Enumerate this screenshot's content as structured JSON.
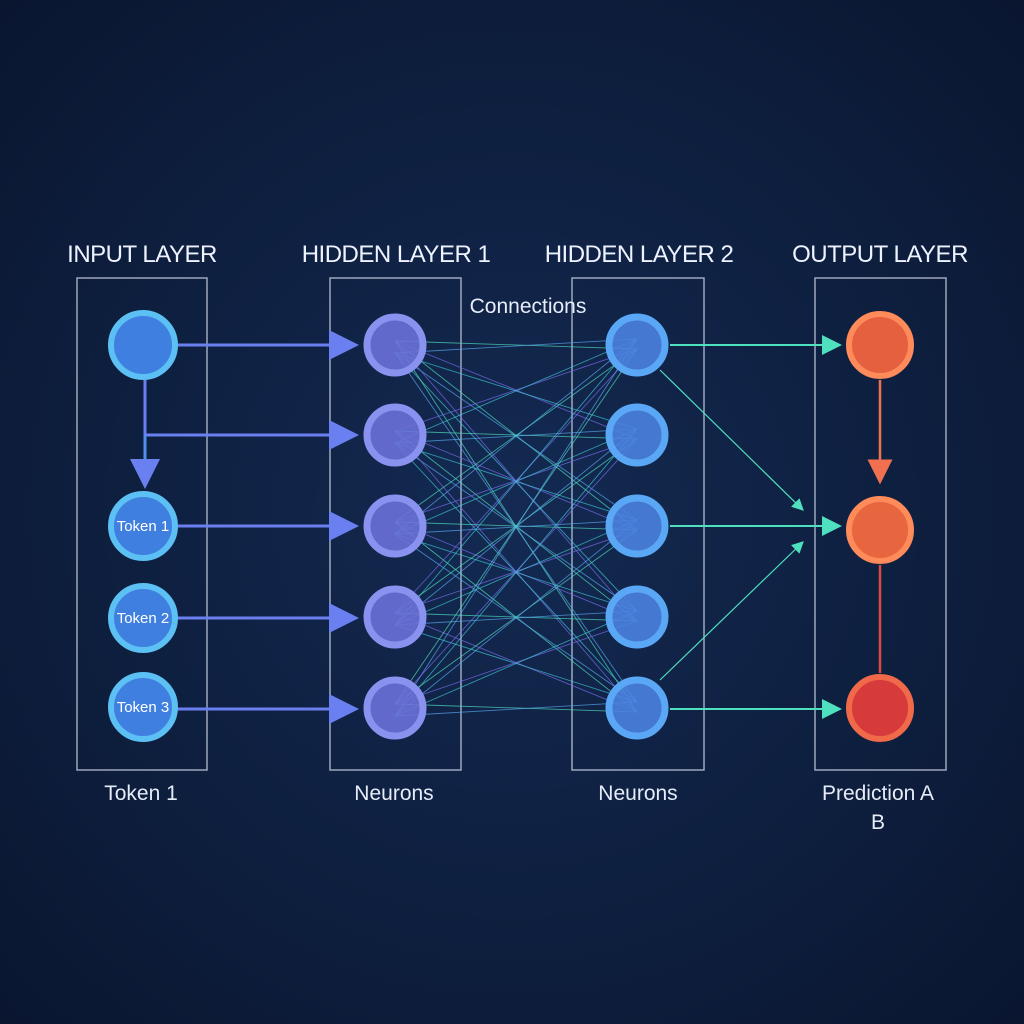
{
  "layers": [
    {
      "title": "INPUT LAYER",
      "caption": "Token 1"
    },
    {
      "title": "HIDDEN LAYER 1",
      "caption": "Neurons"
    },
    {
      "title": "HIDDEN LAYER 2",
      "caption": "Neurons"
    },
    {
      "title": "OUTPUT LAYER",
      "caption_line1": "Prediction A",
      "caption_line2": "B"
    }
  ],
  "input_tokens": [
    "Token 1",
    "Token 2",
    "Token 3"
  ],
  "connections_label": "Connections",
  "colors": {
    "input": "#3f7fe0",
    "input_ring": "#5cc0f5",
    "hidden1": "#6a72d8",
    "hidden2": "#4b82e0",
    "output_top": "#e5603f",
    "output_mid": "#e8663f",
    "output_bottom": "#d63a3a",
    "teal": "#4fe0c0"
  }
}
